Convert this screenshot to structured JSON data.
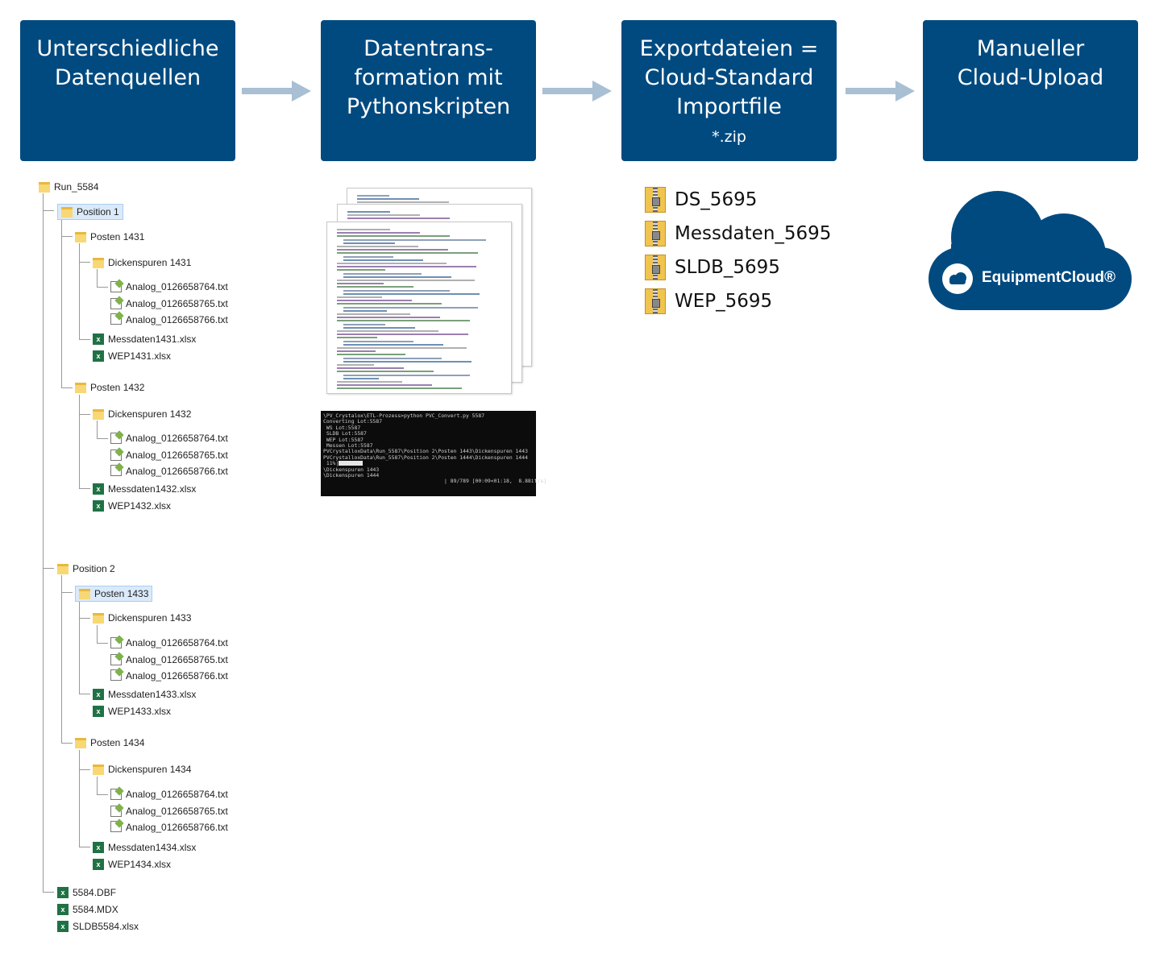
{
  "steps": [
    {
      "lines": [
        "Unterschiedliche",
        "Datenquellen"
      ],
      "sub": ""
    },
    {
      "lines": [
        "Datentrans-",
        "formation mit",
        "Pythonskripten"
      ],
      "sub": ""
    },
    {
      "lines": [
        "Exportdateien =",
        "Cloud-Standard",
        "Importfile"
      ],
      "sub": "*.zip"
    },
    {
      "lines": [
        "Manueller",
        "Cloud-Upload"
      ],
      "sub": ""
    }
  ],
  "colors": {
    "box": "#004a80",
    "arrow": "#a9bfd3",
    "cloud": "#004a80"
  },
  "tree": [
    {
      "label": "Run_5584",
      "type": "folder"
    },
    {
      "label": "Position 1",
      "type": "folder"
    },
    {
      "label": "Posten 1431",
      "type": "folder"
    },
    {
      "label": "Dickenspuren 1431",
      "type": "folder"
    },
    {
      "label": "Analog_0126658764.txt",
      "type": "txt"
    },
    {
      "label": "Analog_0126658765.txt",
      "type": "txt"
    },
    {
      "label": "Analog_0126658766.txt",
      "type": "txt"
    },
    {
      "label": "Messdaten1431.xlsx",
      "type": "xls"
    },
    {
      "label": "WEP1431.xlsx",
      "type": "xls"
    },
    {
      "label": "Posten 1432",
      "type": "folder"
    },
    {
      "label": "Dickenspuren 1432",
      "type": "folder"
    },
    {
      "label": "Analog_0126658764.txt",
      "type": "txt"
    },
    {
      "label": "Analog_0126658765.txt",
      "type": "txt"
    },
    {
      "label": "Analog_0126658766.txt",
      "type": "txt"
    },
    {
      "label": "Messdaten1432.xlsx",
      "type": "xls"
    },
    {
      "label": "WEP1432.xlsx",
      "type": "xls"
    },
    {
      "label": "Position 2",
      "type": "folder"
    },
    {
      "label": "Posten 1433",
      "type": "folder"
    },
    {
      "label": "Dickenspuren 1433",
      "type": "folder"
    },
    {
      "label": "Analog_0126658764.txt",
      "type": "txt"
    },
    {
      "label": "Analog_0126658765.txt",
      "type": "txt"
    },
    {
      "label": "Analog_0126658766.txt",
      "type": "txt"
    },
    {
      "label": "Messdaten1433.xlsx",
      "type": "xls"
    },
    {
      "label": "WEP1433.xlsx",
      "type": "xls"
    },
    {
      "label": "Posten 1434",
      "type": "folder"
    },
    {
      "label": "Dickenspuren 1434",
      "type": "folder"
    },
    {
      "label": "Analog_0126658764.txt",
      "type": "txt"
    },
    {
      "label": "Analog_0126658765.txt",
      "type": "txt"
    },
    {
      "label": "Analog_0126658766.txt",
      "type": "txt"
    },
    {
      "label": "Messdaten1434.xlsx",
      "type": "xls"
    },
    {
      "label": "WEP1434.xlsx",
      "type": "xls"
    },
    {
      "label": "5584.DBF",
      "type": "xls"
    },
    {
      "label": "5584.MDX",
      "type": "xls"
    },
    {
      "label": "SLDB5584.xlsx",
      "type": "xls"
    }
  ],
  "terminal": {
    "lines": [
      "\\PV_Crystalox\\ETL-Prozess>python PVC_Convert.py 5587",
      "",
      "Converting Lot:5587",
      " WS Lot:5587",
      " SLDB Lot:5587",
      " WEP Lot:5587",
      " Messen Lot:5587",
      "PVCrystalloxData\\Run_5587\\Position 2\\Posten 1443\\Dickenspuren 1443",
      "PVCrystalloxData\\Run_5587\\Position 2\\Posten 1444\\Dickenspuren 1444",
      " 11%|",
      "",
      "\\Dickenspuren 1443",
      "\\Dickenspuren 1444",
      "                                       | 89/789 [00:09<01:18,  8.88it/s]"
    ]
  },
  "zipfiles": [
    "DS_5695",
    "Messdaten_5695",
    "SLDB_5695",
    "WEP_5695"
  ],
  "cloud": {
    "brand": "EquipmentCloud®"
  }
}
